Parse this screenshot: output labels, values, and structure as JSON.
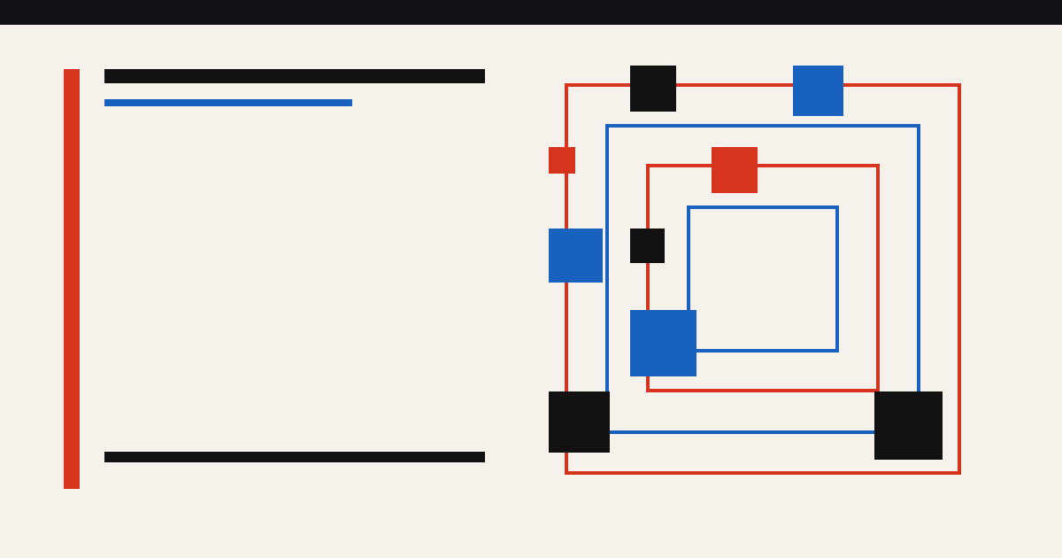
{
  "colors": {
    "background": "#f6f2eb",
    "top_bar": "#111216",
    "red": "#d6341c",
    "blue": "#1961be",
    "black": "#111111"
  },
  "left_panel": {
    "accent_bar": "red",
    "title_bar": "black",
    "subtitle_bar": "blue",
    "footer_bar": "black"
  },
  "composition": {
    "frames": [
      "red",
      "blue",
      "red",
      "blue"
    ],
    "squares": [
      "black",
      "blue",
      "red",
      "red",
      "blue",
      "black",
      "blue",
      "black",
      "black"
    ]
  }
}
